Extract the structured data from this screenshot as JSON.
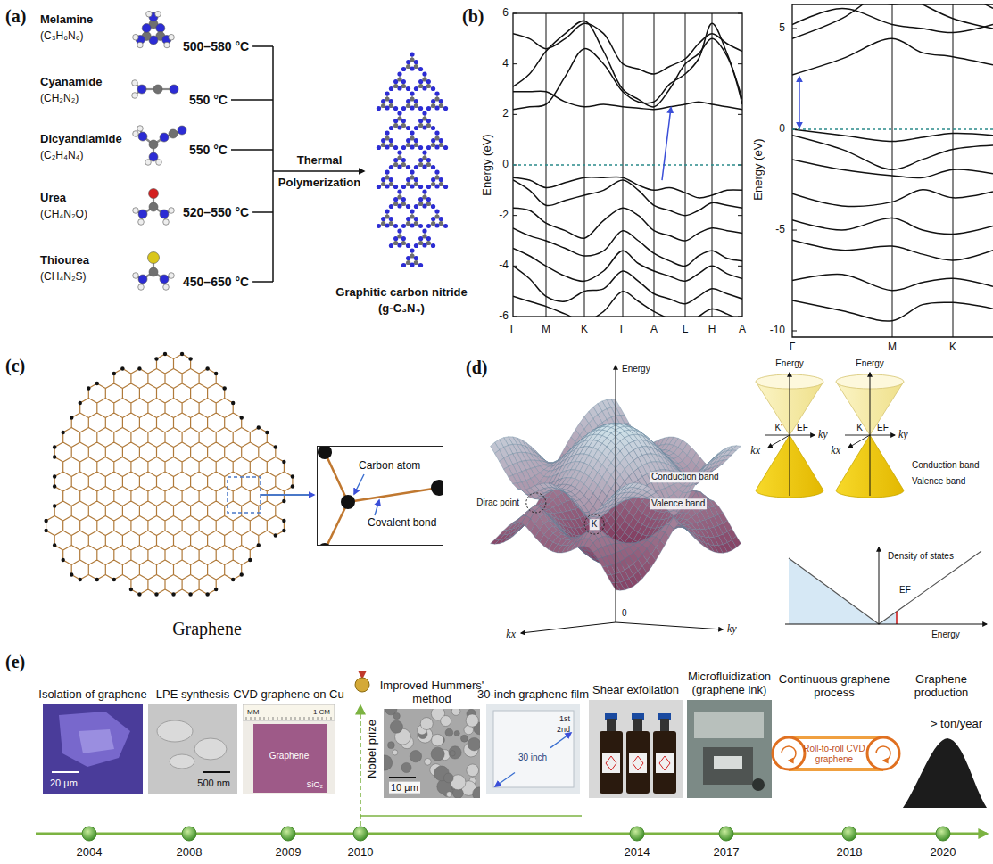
{
  "diagram": {
    "nodes": [
      {
        "text": [
          "Carbon atom",
          "Covalent bond"
        ]
      },
      {
        "text": [
          "Isolation of graphene",
          "20 µm"
        ]
      },
      {
        "text": [
          "LPE synthesis",
          "500 nm"
        ]
      },
      {
        "text": [
          "CVD graphene on Cu",
          "MM",
          "1 CM",
          "Graphene",
          "SiO₂"
        ]
      },
      {
        "text": [
          "Improved Hummers' method",
          "10 µm"
        ]
      },
      {
        "text": [
          "30-inch graphene film",
          "1st",
          "2nd",
          "30 inch"
        ]
      },
      {
        "text": [
          "Shear exfoliation"
        ]
      },
      {
        "text": [
          "Microfluidization (graphene ink)"
        ]
      }
    ],
    "labels": [
      "(a)",
      "Melamine",
      "(C₃H₆N₆)",
      "500–580 °C",
      "Cyanamide",
      "(CH₂N₂)",
      "550 °C",
      "Dicyandiamide",
      "(C₂H₄N₄)",
      "550 °C",
      "Urea",
      "(CH₄N₂O)",
      "520–550 °C",
      "Thiourea",
      "(CH₄N₂S)",
      "450–650 °C",
      "Thermal",
      "Polymerization",
      "Graphitic carbon nitride",
      "(g-C₃N₄)",
      "(b)",
      "Energy (eV)",
      "6",
      "4",
      "2",
      "0",
      "-2",
      "-4",
      "-6",
      "Γ",
      "M",
      "K",
      "Γ",
      "A",
      "L",
      "H",
      "A",
      "Energy (eV)",
      "5",
      "0",
      "-5",
      "-10",
      "Γ",
      "M",
      "K",
      "(c)",
      "Graphene",
      "(d)",
      "Energy",
      "Dirac point",
      "K",
      "Conduction band",
      "Valence band",
      "kx",
      "ky",
      "0",
      "Energy",
      "Energy",
      "K'",
      "EF",
      "kx",
      "ky",
      "K",
      "EF",
      "kx",
      "ky",
      "Conduction band",
      "Valence band",
      "Density of states",
      "EF",
      "Energy",
      "(e)",
      "Nobel prize",
      "Continuous graphene process",
      "Roll-to-roll CVD graphene",
      "Graphene production",
      "> ton/year",
      "2004",
      "2008",
      "2009",
      "2010",
      "2014",
      "2017",
      "2018",
      "2020"
    ]
  }
}
